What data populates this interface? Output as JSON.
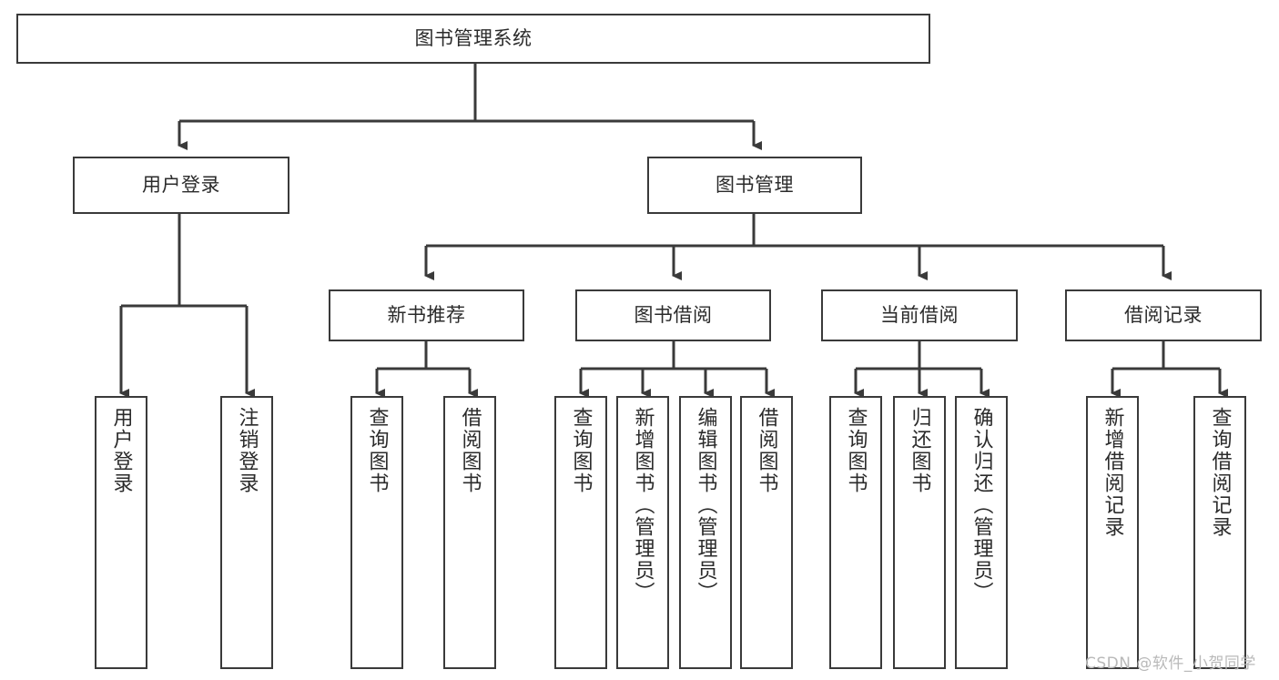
{
  "diagram": {
    "title": "图书管理系统",
    "watermark": "CSDN @软件_小贺同学",
    "colors": {
      "stroke": "#3a3a3a",
      "text": "#2b2b2b",
      "background": "#ffffff",
      "watermark": "#b9b9b9"
    },
    "root": {
      "label": "图书管理系统"
    },
    "level1": [
      {
        "label": "用户登录"
      },
      {
        "label": "图书管理"
      }
    ],
    "level2": [
      {
        "label": "新书推荐"
      },
      {
        "label": "图书借阅"
      },
      {
        "label": "当前借阅"
      },
      {
        "label": "借阅记录"
      }
    ],
    "leaves": {
      "user_login": [
        {
          "label": "用户登录"
        },
        {
          "label": "注销登录"
        }
      ],
      "new_book_recommend": [
        {
          "label": "查询图书"
        },
        {
          "label": "借阅图书"
        }
      ],
      "book_borrow": [
        {
          "label": "查询图书"
        },
        {
          "label": "新增图书（管理员）"
        },
        {
          "label": "编辑图书（管理员）"
        },
        {
          "label": "借阅图书"
        }
      ],
      "current_borrow": [
        {
          "label": "查询图书"
        },
        {
          "label": "归还图书"
        },
        {
          "label": "确认归还（管理员）"
        }
      ],
      "borrow_record": [
        {
          "label": "新增借阅记录"
        },
        {
          "label": "查询借阅记录"
        }
      ]
    }
  }
}
